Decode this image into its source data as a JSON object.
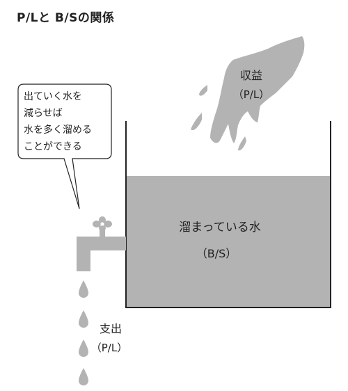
{
  "title": "P/Lと B/Sの関係",
  "callout": {
    "lines": [
      "出ていく水を",
      "減らせば",
      "水を多く溜める",
      "ことができる"
    ]
  },
  "revenue": {
    "label": "収益",
    "sub": "（P/L）"
  },
  "tank": {
    "label": "溜まっている水",
    "sub": "（B/S）"
  },
  "expense": {
    "label": "支出",
    "sub": "（P/L）"
  },
  "colors": {
    "water": "#b3b3b3",
    "outline": "#222222",
    "background": "#ffffff"
  }
}
